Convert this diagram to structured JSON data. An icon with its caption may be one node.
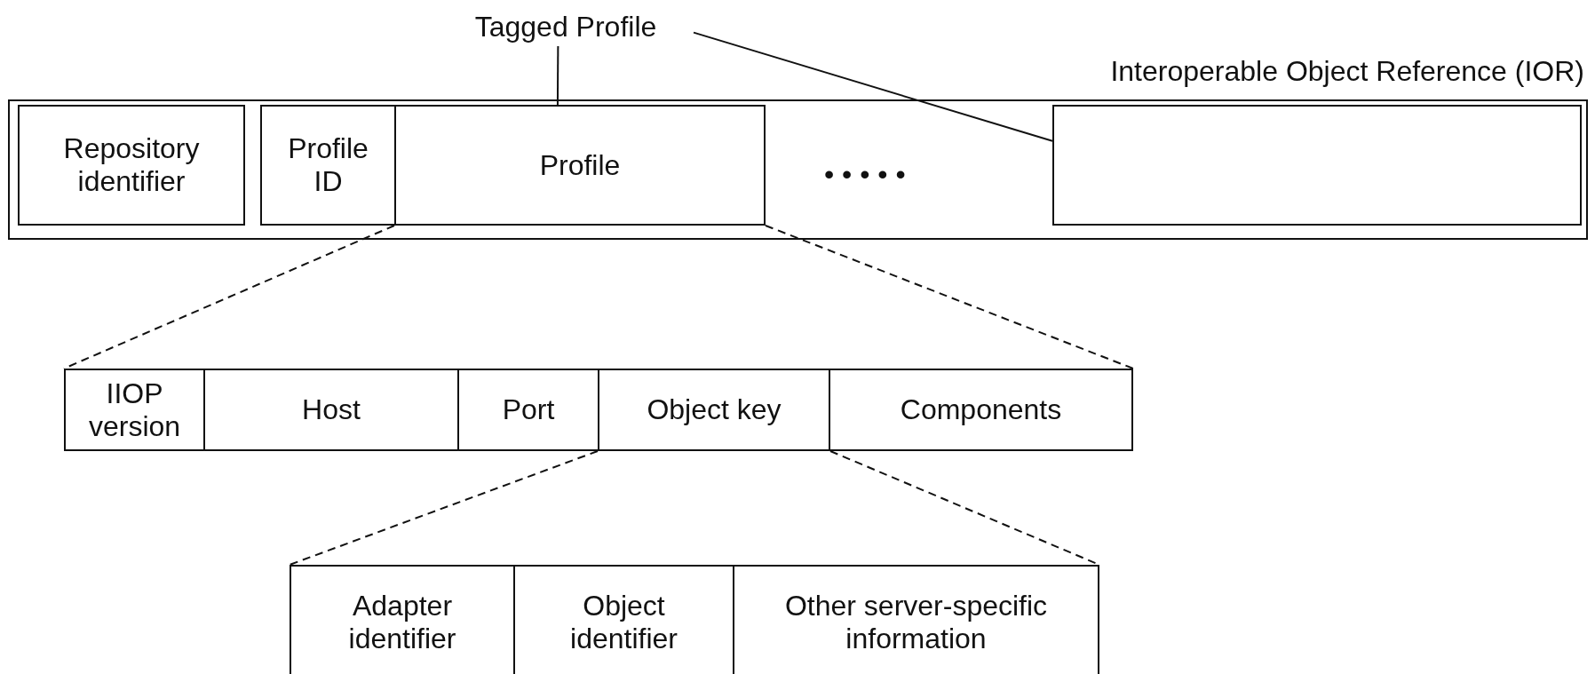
{
  "diagram": {
    "nodes": [
      {
        "text": [
          "Tagged Profile"
        ]
      },
      {
        "text": [
          "Interoperable Object Reference (IOR)"
        ]
      },
      {
        "text": [
          "Repository identifier"
        ],
        "in": 1
      },
      {
        "text": [
          "Profile ID"
        ],
        "in": 1
      },
      {
        "text": [
          "Profile"
        ],
        "in": 1
      },
      {
        "text": [],
        "shape": "box",
        "in": 1
      },
      {
        "text": [
          "IIOP version"
        ]
      },
      {
        "text": [
          "Host"
        ]
      },
      {
        "text": [
          "Port"
        ]
      },
      {
        "text": [
          "Object key"
        ]
      },
      {
        "text": [
          "Components"
        ]
      },
      {
        "text": [
          "Adapter identifier"
        ]
      },
      {
        "text": [
          "Object identifier"
        ]
      },
      {
        "text": [
          "Other server-specific information"
        ]
      }
    ],
    "edges": [
      {
        "from": 0,
        "to": 4,
        "arrow": "none"
      },
      {
        "from": 0,
        "to": 5,
        "arrow": "none"
      },
      {
        "from": 4,
        "to": 6,
        "arrow": "none",
        "style": "dashed"
      },
      {
        "from": 4,
        "to": 10,
        "arrow": "none",
        "style": "dashed"
      },
      {
        "from": 9,
        "to": 11,
        "arrow": "none",
        "style": "dashed"
      },
      {
        "from": 9,
        "to": 13,
        "arrow": "none",
        "style": "dashed"
      }
    ],
    "labels": [
      "• • • • •"
    ]
  }
}
